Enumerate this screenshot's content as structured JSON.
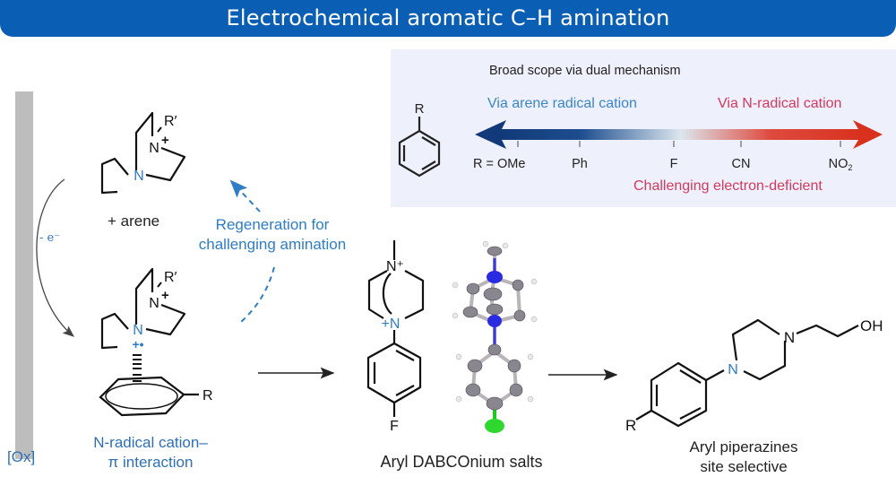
{
  "header": {
    "title": "Electrochemical aromatic C–H amination"
  },
  "scope_panel": {
    "title": "Broad scope via dual mechanism",
    "left_mechanism": "Via arene radical cation",
    "right_mechanism": "Via N-radical cation",
    "right_note": "Challenging electron-deficient",
    "substituent_prefix": "R = ",
    "substituents": [
      "OMe",
      "Ph",
      "F",
      "CN",
      "NO2"
    ],
    "arene_label": "R",
    "colors": {
      "electron_rich": "#123a7a",
      "neutral": "#dce6ee",
      "electron_poor": "#d8321f"
    }
  },
  "mechanism": {
    "electrode_label": "[Ox]",
    "electron_label": "- e⁻",
    "reagent_label_R": "R′",
    "reagent_label_N_plus": "N",
    "reagent_label_N": "N",
    "plus_arene": "+ arene",
    "regeneration_label_line1": "Regeneration for",
    "regeneration_label_line2": "challenging amination",
    "intermediate_caption_line1": "N-radical cation–",
    "intermediate_caption_line2": "π interaction",
    "intermediate_R": "R"
  },
  "product1": {
    "caption": "Aryl DABCOnium salts",
    "substituent": "F",
    "n_top": "N⁺",
    "n_bottom": "+N"
  },
  "product2": {
    "caption_line1": "Aryl piperazines",
    "caption_line2": "site selective",
    "oh_label": "OH",
    "n_label": "N",
    "r_label": "R"
  },
  "colors": {
    "header_bg": "#0a5fb4",
    "accent_blue": "#2f7dc4",
    "accent_red": "#d23a5e",
    "electrode": "#bdbdbd",
    "panel_bg": "#eceffb"
  }
}
